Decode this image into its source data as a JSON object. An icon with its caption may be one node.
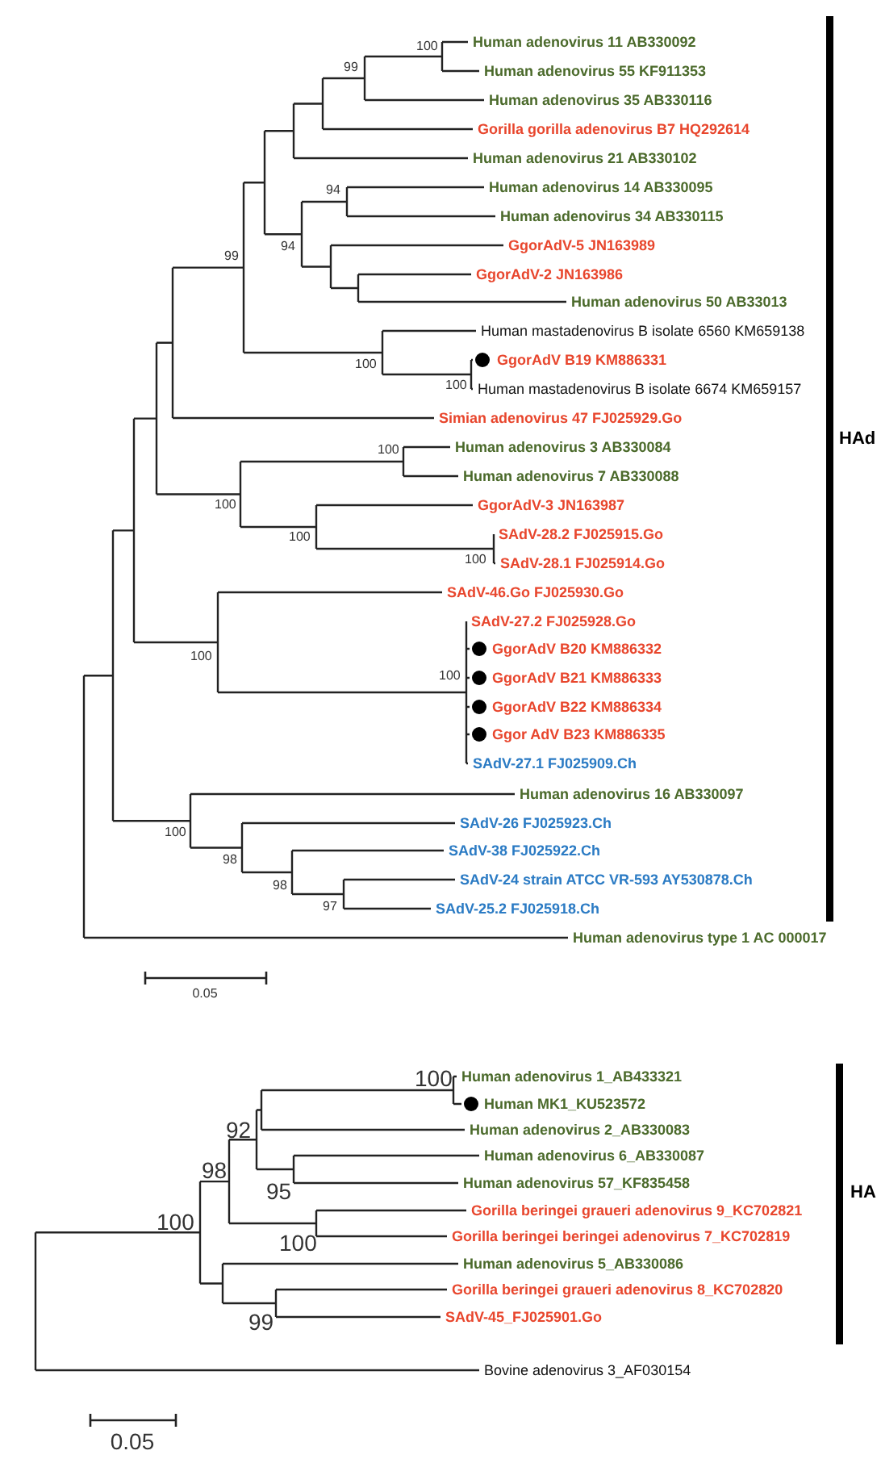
{
  "diagram": {
    "labels": [
      "Human adenovirus 11 AB330092",
      "100",
      "99",
      "Human adenovirus 55 KF911353",
      "Human adenovirus 35 AB330116",
      "Gorilla gorilla adenovirus B7 HQ292614",
      "Human adenovirus 21 AB330102",
      "Human adenovirus 14 AB330095",
      "94",
      "Human adenovirus 34 AB330115",
      "GgorAdV-5 JN163989",
      "94",
      "99",
      "GgorAdV-2 JN163986",
      "Human adenovirus 50 AB33013",
      "Human mastadenovirus B isolate 6560 KM659138",
      "GgorAdV B19 KM886331",
      "100",
      "100",
      "Human mastadenovirus B isolate 6674 KM659157",
      "Simian adenovirus 47 FJ025929.Go",
      "HAd",
      "Human adenovirus 3 AB330084",
      "100",
      "Human adenovirus 7 AB330088",
      "100",
      "GgorAdV-3 JN163987",
      "SAdV-28.2 FJ025915.Go",
      "100",
      "100",
      "SAdV-28.1 FJ025914.Go",
      "SAdV-46.Go FJ025930.Go",
      "SAdV-27.2 FJ025928.Go",
      "100",
      "GgorAdV B20 KM886332",
      "100",
      "GgorAdV B21 KM886333",
      "GgorAdV B22 KM886334",
      "Ggor AdV B23 KM886335",
      "SAdV-27.1 FJ025909.Ch",
      "Human adenovirus 16 AB330097",
      "SAdV-26 FJ025923.Ch",
      "100",
      "SAdV-38 FJ025922.Ch",
      "98",
      "SAdV-24 strain ATCC VR-593 AY530878.Ch",
      "98",
      "97",
      "SAdV-25.2 FJ025918.Ch",
      "Human adenovirus type 1 AC 000017",
      "0.05",
      "100",
      "Human adenovirus 1_AB433321",
      "Human MK1_KU523572",
      "92",
      "Human adenovirus 2_AB330083",
      "Human adenovirus 6_AB330087",
      "98",
      "Human adenovirus 57_KF835458",
      "95",
      "HA",
      "Gorilla beringei graueri adenovirus 9_KC702821",
      "100",
      "Gorilla beringei beringei adenovirus 7_KC702819",
      "100",
      "Human adenovirus 5_AB330086",
      "Gorilla beringei graueri adenovirus 8_KC702820",
      "SAdV-45_FJ025901.Go",
      "99",
      "Bovine adenovirus 3_AF030154",
      "0.05"
    ]
  }
}
